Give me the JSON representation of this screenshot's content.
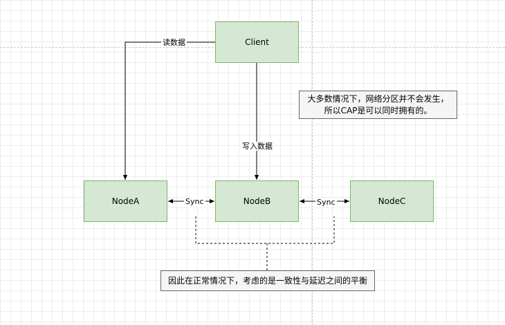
{
  "nodes": {
    "client": "Client",
    "node_a": "NodeA",
    "node_b": "NodeB",
    "node_c": "NodeC"
  },
  "edges": {
    "read_label": "读数据",
    "write_label": "写入数据",
    "sync_ab_label": "Sync",
    "sync_bc_label": "Sync"
  },
  "notes": {
    "cap_note": {
      "line1": "大多数情况下，网络分区并不会发生，",
      "line2": "所以CAP是可以同时拥有的。"
    },
    "balance_note": "因此在正常情况下，考虑的是一致性与延迟之间的平衡"
  },
  "colors": {
    "node_fill": "#d5e8d4",
    "node_stroke": "#82b366",
    "note_fill": "#f5f5f5",
    "note_stroke": "#666666",
    "edge": "#000000"
  }
}
